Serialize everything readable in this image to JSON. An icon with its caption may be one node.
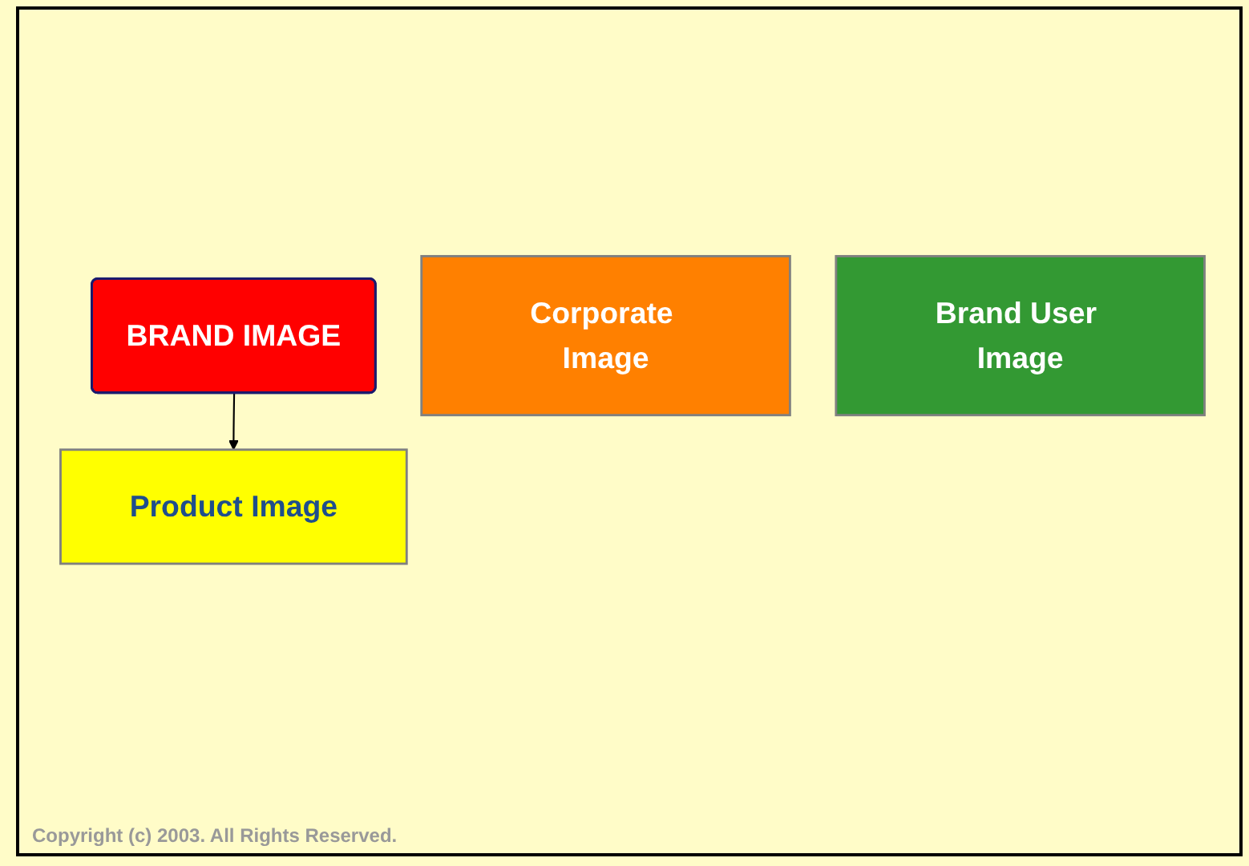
{
  "diagram": {
    "nodes": [
      {
        "text": [
          "BRAND IMAGE"
        ]
      },
      {
        "text": [
          "Product Image"
        ]
      },
      {
        "text": [
          "Corporate Image"
        ]
      },
      {
        "text": [
          "Brand User Image"
        ]
      }
    ],
    "edges": [
      {
        "from": 0,
        "to": 1,
        "arrow": "to"
      }
    ],
    "labels": [
      "Copyright (c) 2003. All Rights Reserved."
    ]
  }
}
